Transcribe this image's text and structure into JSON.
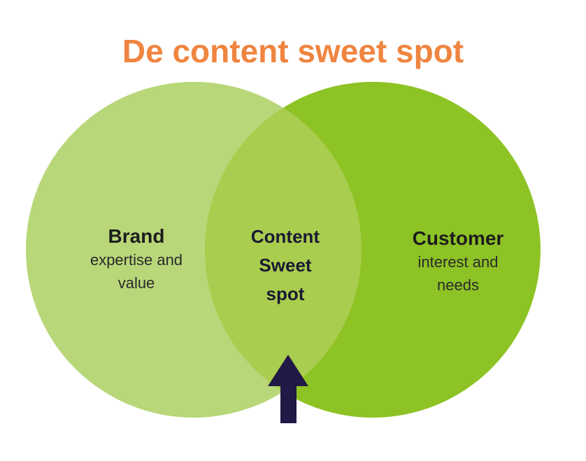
{
  "title": "De content sweet spot",
  "diagram": {
    "left": {
      "heading": "Brand",
      "sublines": [
        "expertise and",
        "value"
      ]
    },
    "center": {
      "lines": [
        "Content",
        "Sweet",
        "spot"
      ]
    },
    "right": {
      "heading": "Customer",
      "sublines": [
        "interest and",
        "needs"
      ]
    }
  },
  "colors": {
    "background": "#ffffff",
    "title": "#ef8540",
    "left_circle": "#b8d779",
    "right_circle": "#8ec325",
    "overlap": "#a9cd4e",
    "heading_text": "#1d1d1d",
    "body_text": "#2a2a2a",
    "center_text": "#1a1a33",
    "arrow": "#211845"
  }
}
